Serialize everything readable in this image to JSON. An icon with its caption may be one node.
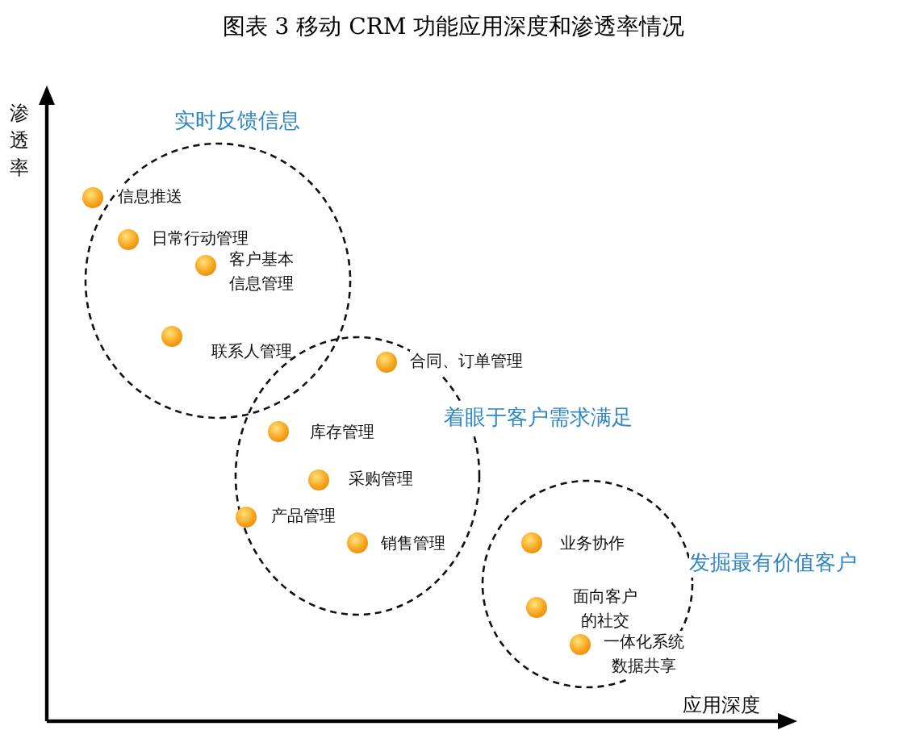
{
  "diagram": {
    "title": "图表 3 移动 CRM 功能应用深度和渗透率情况",
    "nodes": [
      {
        "text": [
          "实时反馈信息"
        ]
      },
      {
        "text": [
          "信息推送"
        ],
        "in": 0
      },
      {
        "text": [
          "日常行动管理"
        ],
        "in": 0
      },
      {
        "text": [
          "客户基本信息管理"
        ],
        "in": 0
      },
      {
        "text": [
          "联系人管理"
        ],
        "in": 0
      },
      {
        "text": [
          "着眼于客户需求满足"
        ]
      },
      {
        "text": [
          "合同、订单管理"
        ],
        "in": 5
      },
      {
        "text": [
          "库存管理"
        ],
        "in": 5
      },
      {
        "text": [
          "采购管理"
        ],
        "in": 5
      },
      {
        "text": [
          "产品管理"
        ],
        "in": 5
      },
      {
        "text": [
          "销售管理"
        ],
        "in": 5
      },
      {
        "text": [
          "发掘最有价值客户"
        ]
      },
      {
        "text": [
          "业务协作"
        ],
        "in": 11
      },
      {
        "text": [
          "面向客户的社交"
        ],
        "in": 11
      },
      {
        "text": [
          "一体化系统数据共享"
        ],
        "in": 11
      }
    ],
    "labels": [
      "渗透率",
      "应用深度"
    ]
  }
}
